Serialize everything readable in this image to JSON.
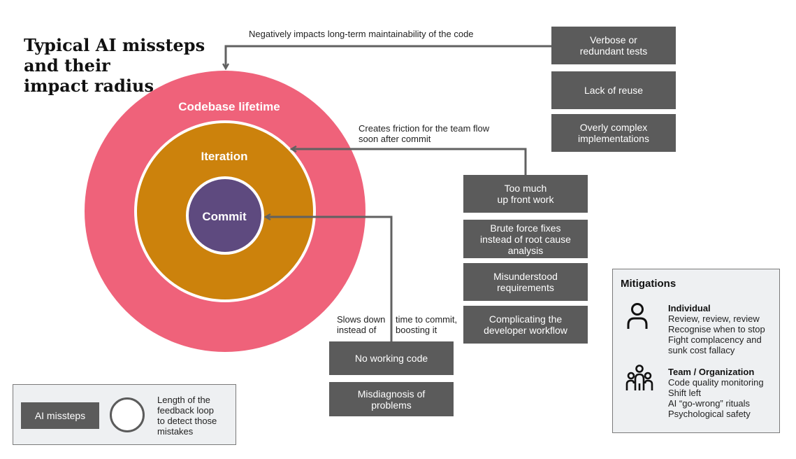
{
  "title": {
    "line1": "Typical AI missteps",
    "line2": "and their",
    "line3": "impact radius"
  },
  "rings": {
    "outer": "Codebase lifetime",
    "middle": "Iteration",
    "inner": "Commit"
  },
  "notes": {
    "top": "Negatively impacts long-term maintainability of the code",
    "mid_line1": "Creates friction for the team flow",
    "mid_line2": "soon after commit",
    "low_left1": "Slows down",
    "low_left2": "instead of",
    "low_right1": "time to commit,",
    "low_right2": "boosting it"
  },
  "missteps": {
    "lifetime": [
      {
        "line1": "Verbose or",
        "line2": "redundant tests"
      },
      {
        "line1": "Lack of reuse",
        "line2": ""
      },
      {
        "line1": "Overly complex",
        "line2": "implementations"
      }
    ],
    "iteration": [
      {
        "line1": "Too much",
        "line2": "up front work",
        "line3": ""
      },
      {
        "line1": "Brute force fixes",
        "line2": "instead of root cause",
        "line3": "analysis"
      },
      {
        "line1": "Misunderstood",
        "line2": "requirements",
        "line3": ""
      },
      {
        "line1": "Complicating the",
        "line2": "developer workflow",
        "line3": ""
      }
    ],
    "commit": [
      {
        "line1": "No working code",
        "line2": ""
      },
      {
        "line1": "Misdiagnosis of",
        "line2": "problems"
      }
    ]
  },
  "legend": {
    "sample": "AI missteps",
    "desc1": "Length of the",
    "desc2": "feedback loop",
    "desc3": "to detect those",
    "desc4": "mistakes"
  },
  "mitigations": {
    "heading": "Mitigations",
    "individual": {
      "title": "Individual",
      "items": [
        "Review, review, review",
        "Recognise when to stop",
        "Fight complacency and",
        "sunk cost fallacy"
      ]
    },
    "team": {
      "title": "Team / Organization",
      "items": [
        "Code quality monitoring",
        "Shift left",
        "AI “go-wrong” rituals",
        "Psychological safety"
      ]
    }
  },
  "colors": {
    "outer_ring": "#ef627a",
    "middle_ring": "#cc820c",
    "inner_ring": "#5e4a7f",
    "box": "#5b5b5b",
    "arrow": "#616161",
    "panel": "#eef0f2"
  }
}
